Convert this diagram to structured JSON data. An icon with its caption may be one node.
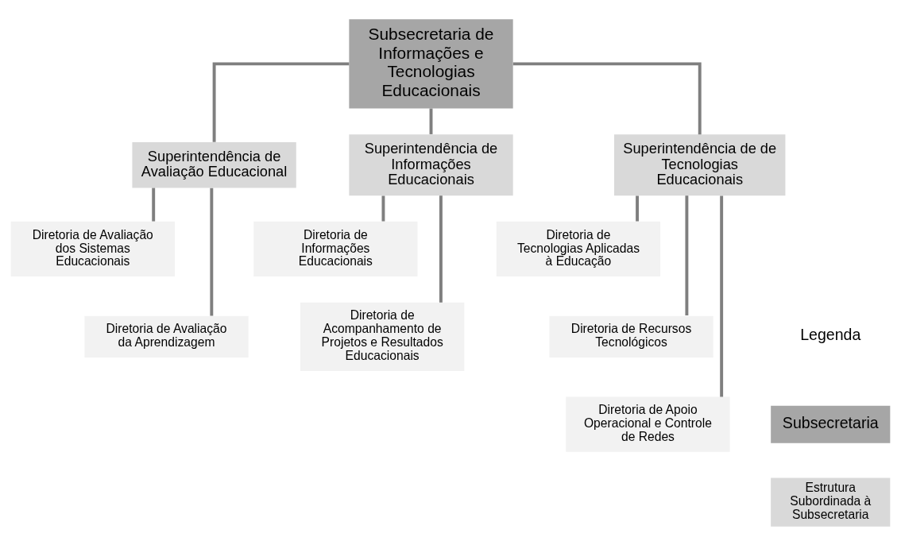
{
  "diagram": {
    "nodes": [
      {
        "text": [
          "Subsecretaria de Informações e Tecnologias Educacionais"
        ]
      },
      {
        "text": [
          "Superintendência de Avaliação Educacional"
        ]
      },
      {
        "text": [
          "Superintendência de Informações Educacionais"
        ]
      },
      {
        "text": [
          "Superintendência de de Tecnologias Educacionais"
        ]
      },
      {
        "text": [
          "Diretoria de Avaliação dos Sistemas Educacionais"
        ]
      },
      {
        "text": [
          "Diretoria de Avaliação da Aprendizagem"
        ]
      },
      {
        "text": [
          "Diretoria de Informações Educacionais"
        ]
      },
      {
        "text": [
          "Diretoria de Acompanhamento de Projetos e Resultados Educacionais"
        ]
      },
      {
        "text": [
          "Diretoria de Tecnologias Aplicadas à Educação"
        ]
      },
      {
        "text": [
          "Diretoria de Recursos Tecnológicos"
        ]
      },
      {
        "text": [
          "Diretoria de Apoio Operacional e Controle de Redes"
        ]
      }
    ],
    "edges": [
      {
        "from": 0,
        "to": 1,
        "arrow": "none"
      },
      {
        "from": 0,
        "to": 2,
        "arrow": "none"
      },
      {
        "from": 0,
        "to": 3,
        "arrow": "none"
      },
      {
        "from": 1,
        "to": 4,
        "arrow": "none"
      },
      {
        "from": 1,
        "to": 5,
        "arrow": "none"
      },
      {
        "from": 2,
        "to": 6,
        "arrow": "none"
      },
      {
        "from": 2,
        "to": 7,
        "arrow": "none"
      },
      {
        "from": 3,
        "to": 8,
        "arrow": "none"
      },
      {
        "from": 3,
        "to": 9,
        "arrow": "none"
      },
      {
        "from": 3,
        "to": 10,
        "arrow": "none"
      }
    ],
    "labels": [
      "Legenda"
    ],
    "legend": [
      {
        "text": "Subsecretaria",
        "color": "#a6a6a6"
      },
      {
        "text": "Estrutura Subordinada à Subsecretaria",
        "color": "#d9d9d9"
      }
    ]
  }
}
